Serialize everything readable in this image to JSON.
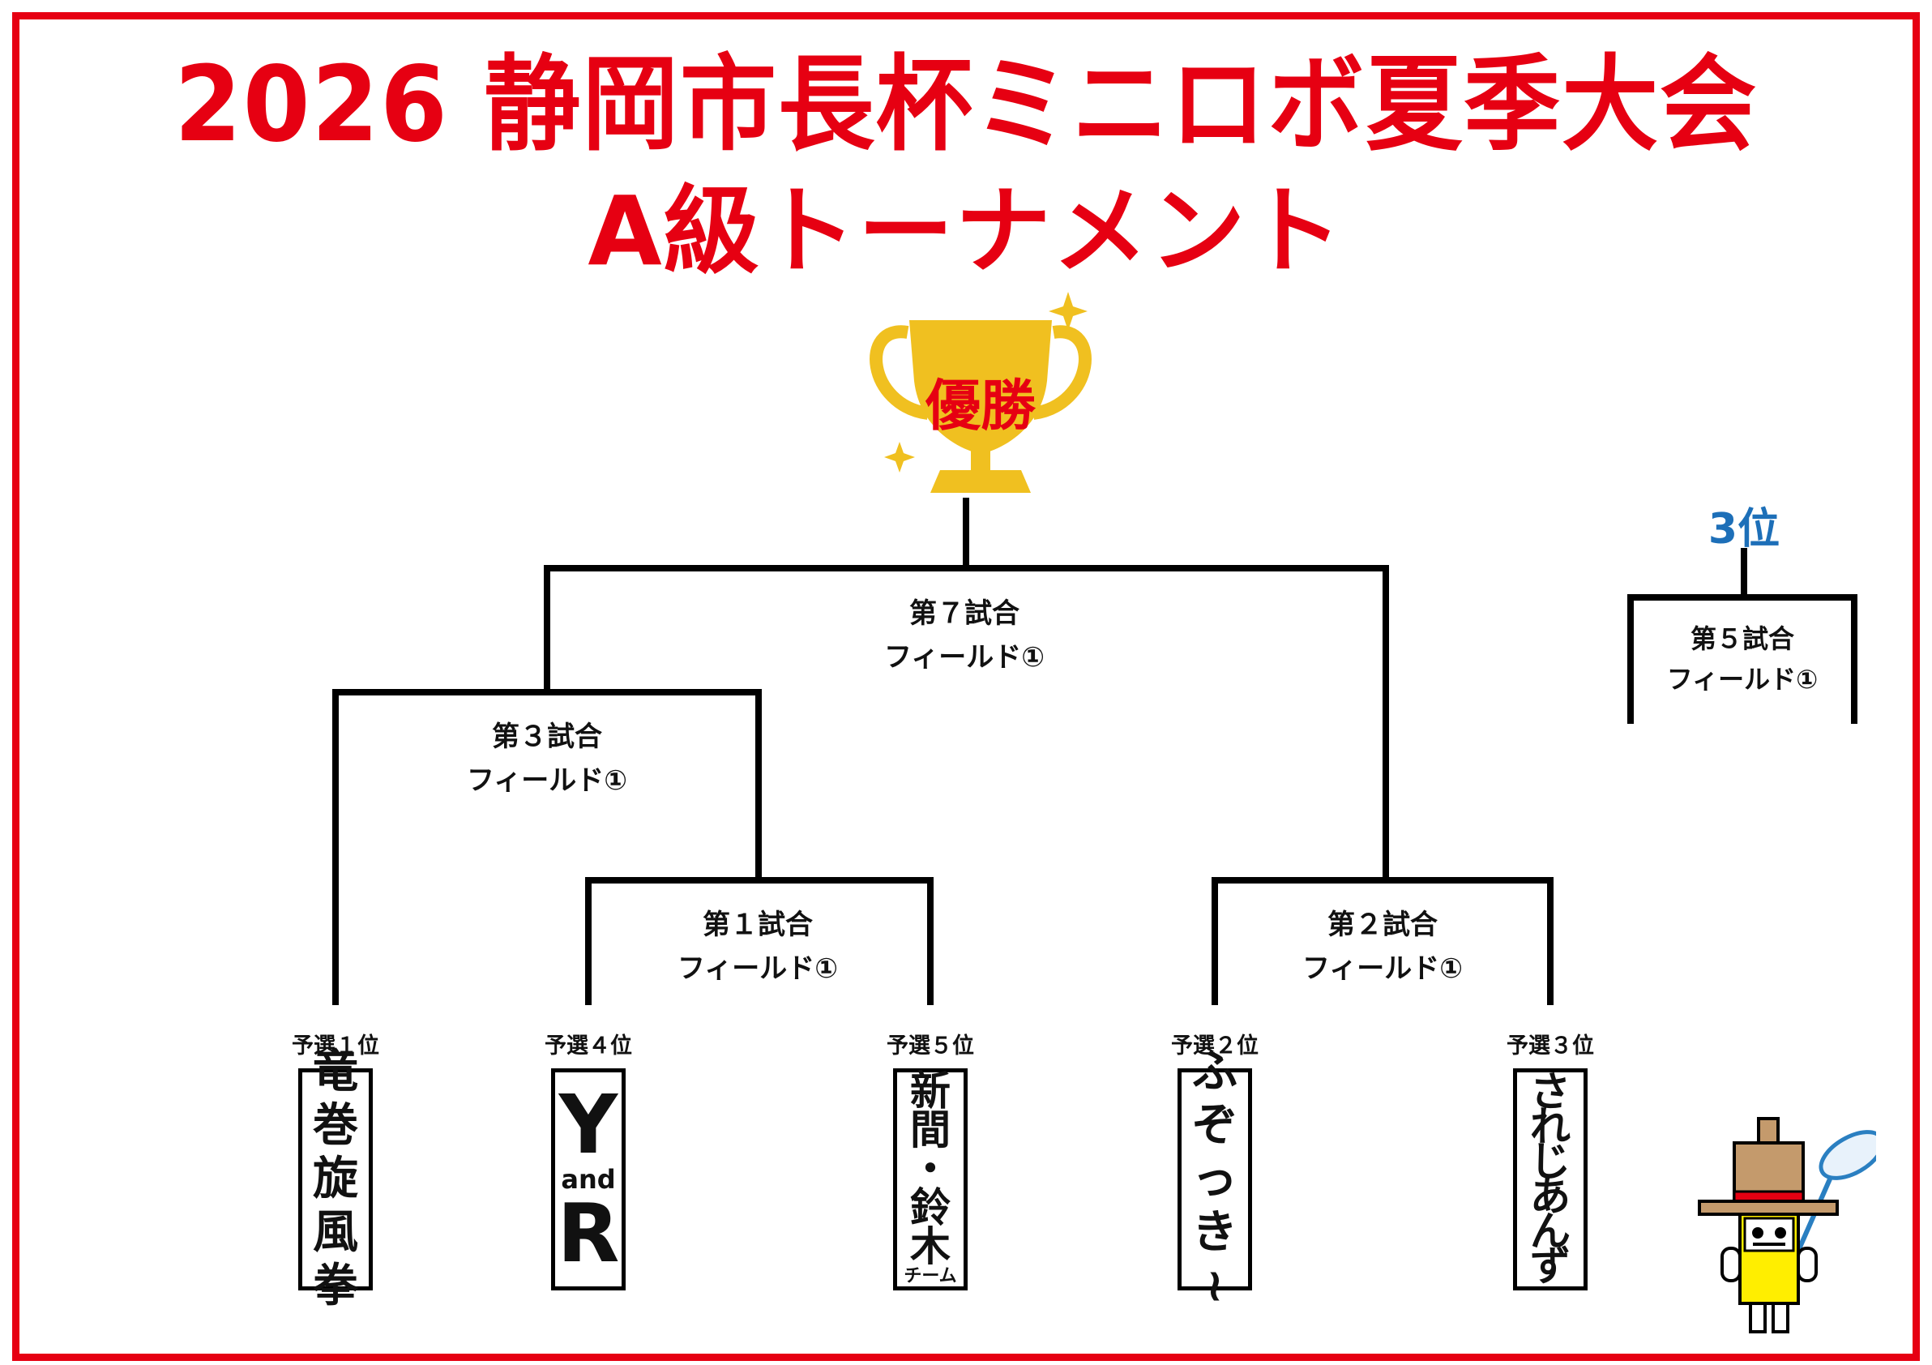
{
  "title": {
    "line1": "2026 静岡市長杯ミニロボ夏季大会",
    "line2": "A級トーナメント"
  },
  "trophy": {
    "label": "優勝",
    "icon": "trophy-icon"
  },
  "third_place": {
    "label": "3位"
  },
  "matches": {
    "m1": {
      "name": "第１試合",
      "field": "フィールド①"
    },
    "m2": {
      "name": "第２試合",
      "field": "フィールド①"
    },
    "m3": {
      "name": "第３試合",
      "field": "フィールド①"
    },
    "m5": {
      "name": "第５試合",
      "field": "フィールド①"
    },
    "m7": {
      "name": "第７試合",
      "field": "フィールド①"
    }
  },
  "teams": [
    {
      "seed": "予選１位",
      "name_chars": [
        "竜",
        "巻",
        "旋",
        "風",
        "拳"
      ]
    },
    {
      "seed": "予選４位",
      "top": "Y",
      "middle": "and",
      "bottom": "R"
    },
    {
      "seed": "予選５位",
      "name_chars": [
        "新",
        "間",
        "・",
        "鈴",
        "木"
      ],
      "suffix": "チーム"
    },
    {
      "seed": "予選２位",
      "name_chars": [
        "ふ",
        "ぞ",
        "っ",
        "き",
        "~"
      ]
    },
    {
      "seed": "予選３位",
      "name_chars": [
        "さ",
        "れ",
        "じ",
        "あ",
        "ん",
        "ず"
      ]
    }
  ],
  "colors": {
    "accent": "#e60012",
    "trophy": "#f0c020",
    "third": "#1d6fb8"
  }
}
